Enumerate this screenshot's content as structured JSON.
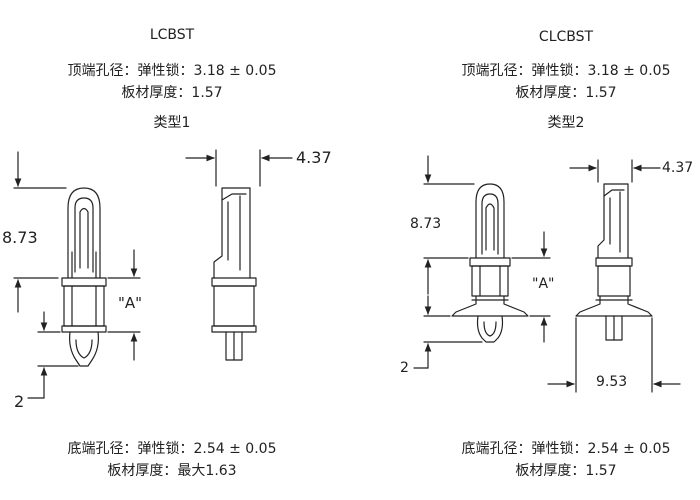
{
  "left": {
    "model": "LCBST",
    "top_hole": "顶端孔径：弹性锁：3.18 ± 0.05",
    "top_board": "板材厚度：1.57",
    "type_label": "类型1",
    "bottom_hole": "底端孔径：弹性锁：2.54 ± 0.05",
    "bottom_board": "板材厚度：最大1.63",
    "dims": {
      "height": "8.73",
      "width": "4.37",
      "a": "\"A\"",
      "bottom": "2"
    }
  },
  "right": {
    "model": "CLCBST",
    "top_hole": "顶端孔径：弹性锁：3.18 ± 0.05",
    "top_board": "板材厚度：1.57",
    "type_label": "类型2",
    "bottom_hole": "底端孔径：弹性锁：2.54 ± 0.05",
    "bottom_board": "板材厚度：1.57",
    "dims": {
      "height": "8.73",
      "width": "4.37",
      "a": "\"A\"",
      "bottom": "2",
      "flange": "9.53"
    }
  }
}
